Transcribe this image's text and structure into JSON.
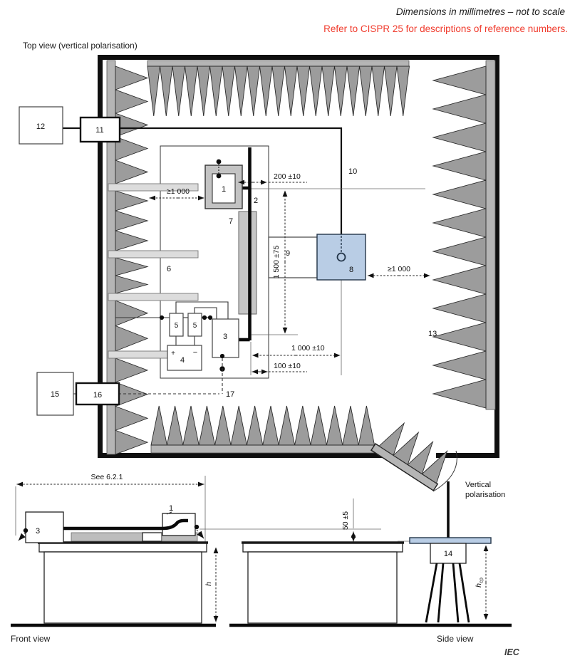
{
  "header": {
    "note_italic": "Dimensions in millimetres – not to scale",
    "note_red": "Refer to CISPR 25 for descriptions of reference numbers."
  },
  "top_view": {
    "title": "Top view (vertical polarisation)",
    "labels": {
      "n1": "1",
      "n2": "2",
      "n3": "3",
      "n4": "4",
      "n5a": "5",
      "n5b": "5",
      "n6": "6",
      "n7": "7",
      "n8": "8",
      "n9": "9",
      "n10": "10",
      "n11": "11",
      "n12": "12",
      "n13": "13",
      "n15": "15",
      "n16": "16",
      "n17": "17",
      "plus": "+",
      "minus": "−"
    },
    "dims": {
      "left_clearance": "≥1 000",
      "d200": "200 ±10",
      "d1500": "1 500 ±75",
      "d1000": "1 000 ±10",
      "d100": "100 ±10",
      "right_clearance": "≥1 000"
    }
  },
  "front_view": {
    "label": "Front view",
    "see_ref": "See 6.2.1",
    "h": "h",
    "eut": "1",
    "load": "3"
  },
  "side_view": {
    "label": "Side view",
    "pol_line1": "Vertical",
    "pol_line2": "polarisation",
    "d50": "50 ±5",
    "h": "h",
    "h_sub": "cp",
    "n14": "14"
  },
  "footer": {
    "iec": "IEC"
  },
  "colors": {
    "red_note": "#f03b2d",
    "antenna_blue": "#b9cde5",
    "absorber_gray": "#9c9c9c"
  }
}
